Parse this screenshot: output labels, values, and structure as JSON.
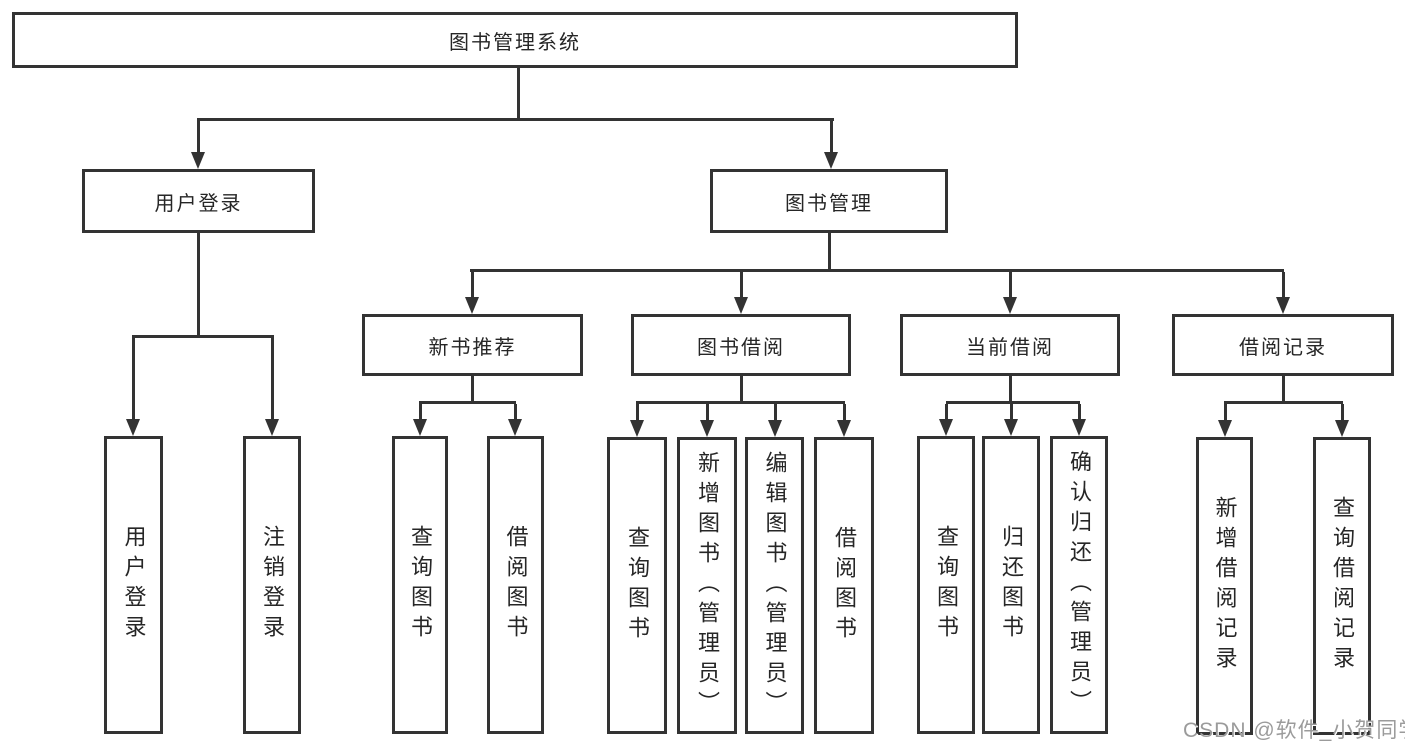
{
  "colors": {
    "line": "#333333",
    "text": "#262626",
    "watermark": "#9b9b9b",
    "background": "#ffffff"
  },
  "tree": {
    "root": {
      "label": "图书管理系统",
      "children": [
        {
          "label": "用户登录",
          "children": [
            {
              "label": "用户登录"
            },
            {
              "label": "注销登录"
            }
          ]
        },
        {
          "label": "图书管理",
          "children": [
            {
              "label": "新书推荐",
              "children": [
                {
                  "label": "查询图书"
                },
                {
                  "label": "借阅图书"
                }
              ]
            },
            {
              "label": "图书借阅",
              "children": [
                {
                  "label": "查询图书"
                },
                {
                  "label": "新增图书（管理员）"
                },
                {
                  "label": "编辑图书（管理员）"
                },
                {
                  "label": "借阅图书"
                }
              ]
            },
            {
              "label": "当前借阅",
              "children": [
                {
                  "label": "查询图书"
                },
                {
                  "label": "归还图书"
                },
                {
                  "label": "确认归还（管理员）"
                }
              ]
            },
            {
              "label": "借阅记录",
              "children": [
                {
                  "label": "新增借阅记录"
                },
                {
                  "label": "查询借阅记录"
                }
              ]
            }
          ]
        }
      ]
    }
  },
  "watermark": {
    "text": "CSDN @软件_小贺同学"
  }
}
